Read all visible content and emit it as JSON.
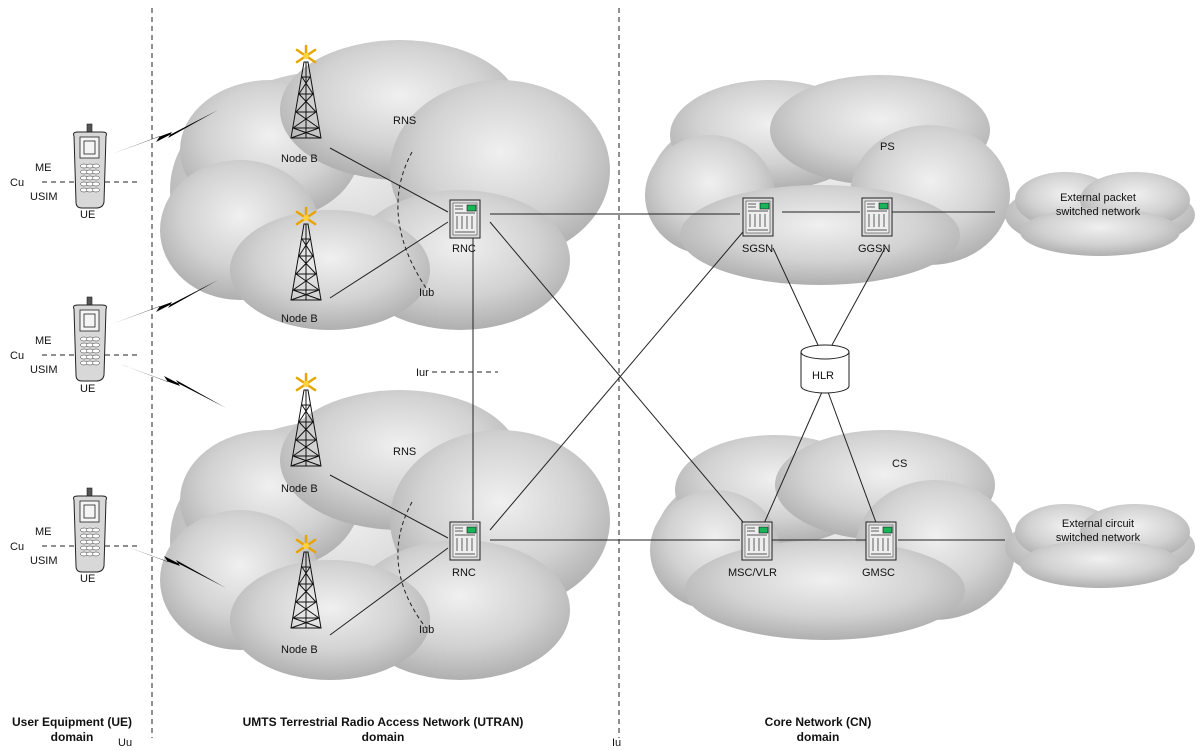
{
  "domains": {
    "ue": {
      "line1": "User Equipment (UE)",
      "line2": "domain"
    },
    "utran": {
      "line1": "UMTS Terrestrial Radio Access Network (UTRAN)",
      "line2": "domain"
    },
    "cn": {
      "line1": "Core Network (CN)",
      "line2": "domain"
    }
  },
  "interfaces": {
    "uu": "Uu",
    "iu": "Iu",
    "iur": "Iur",
    "iub": "Iub",
    "cu": "Cu"
  },
  "ue_labels": {
    "me": "ME",
    "usim": "USIM",
    "ue": "UE"
  },
  "rns_label": "RNS",
  "node_b_label": "Node B",
  "rnc_label": "RNC",
  "ps": {
    "label": "PS",
    "sgsn": "SGSN",
    "ggsn": "GGSN"
  },
  "cs": {
    "label": "CS",
    "msc": "MSC/VLR",
    "gmsc": "GMSC"
  },
  "hlr_label": "HLR",
  "external": {
    "packet": {
      "line1": "External packet",
      "line2": "switched network"
    },
    "circuit": {
      "line1": "External circuit",
      "line2": "switched network"
    }
  },
  "colors": {
    "cloud": "#c6c6c6",
    "cloud_shade": "#a9a9a9",
    "line": "#222222",
    "antenna": "#f2b600",
    "screen": "#19b35a"
  }
}
